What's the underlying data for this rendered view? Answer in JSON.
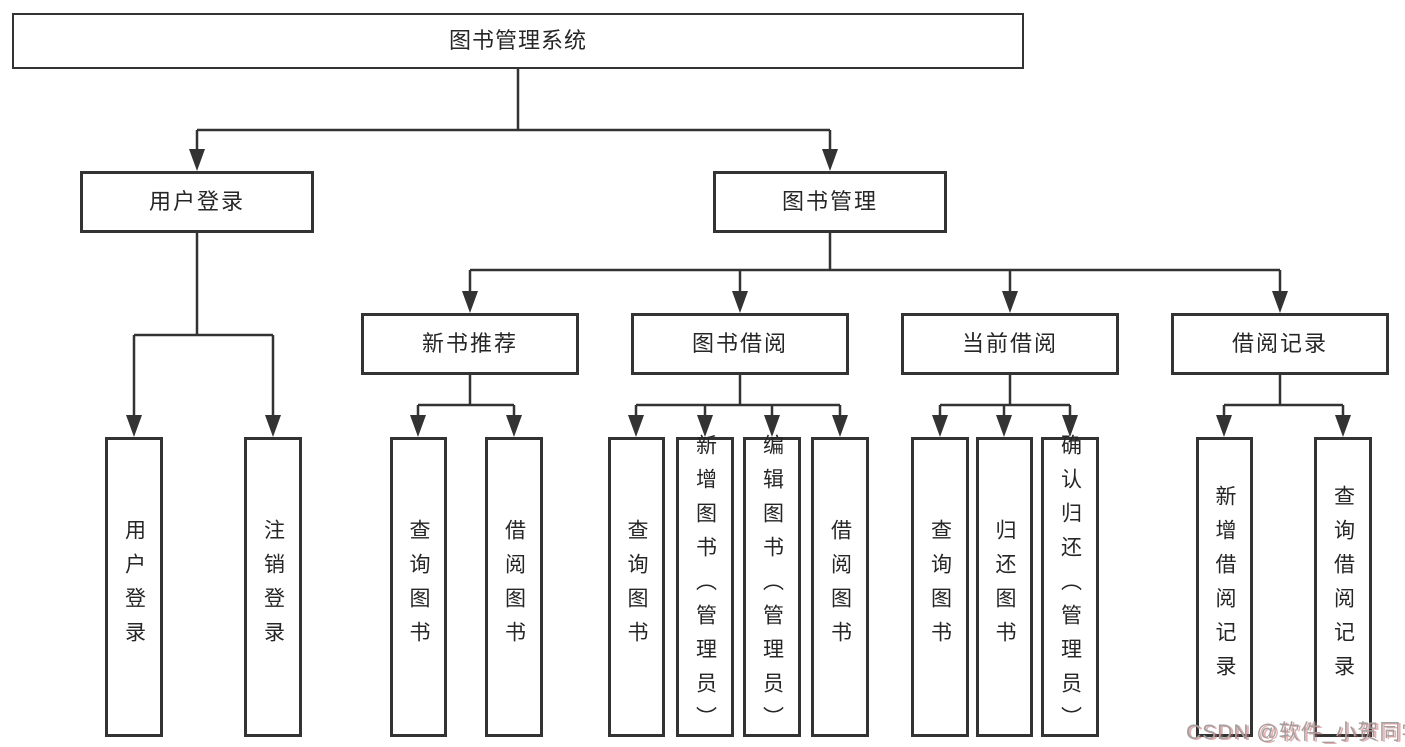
{
  "colors": {
    "line": "#333333",
    "box_border": "#333333",
    "text": "#262626",
    "background": "#ffffff",
    "watermark_gray": "#a0a0a0",
    "watermark_red": "#d15c5c"
  },
  "root": {
    "label": "图书管理系统"
  },
  "level2": [
    {
      "label": "用户登录"
    },
    {
      "label": "图书管理"
    }
  ],
  "level3": [
    {
      "label": "新书推荐"
    },
    {
      "label": "图书借阅"
    },
    {
      "label": "当前借阅"
    },
    {
      "label": "借阅记录"
    }
  ],
  "leaves": [
    {
      "label": "用户登录"
    },
    {
      "label": "注销登录"
    },
    {
      "label": "查询图书"
    },
    {
      "label": "借阅图书"
    },
    {
      "label": "查询图书"
    },
    {
      "label": "新增图书（管理员）"
    },
    {
      "label": "编辑图书（管理员）"
    },
    {
      "label": "借阅图书"
    },
    {
      "label": "查询图书"
    },
    {
      "label": "归还图书"
    },
    {
      "label": "确认归还（管理员）"
    },
    {
      "label": "新增借阅记录"
    },
    {
      "label": "查询借阅记录"
    }
  ],
  "watermark": {
    "text": "CSDN @软件_小贺同学"
  }
}
